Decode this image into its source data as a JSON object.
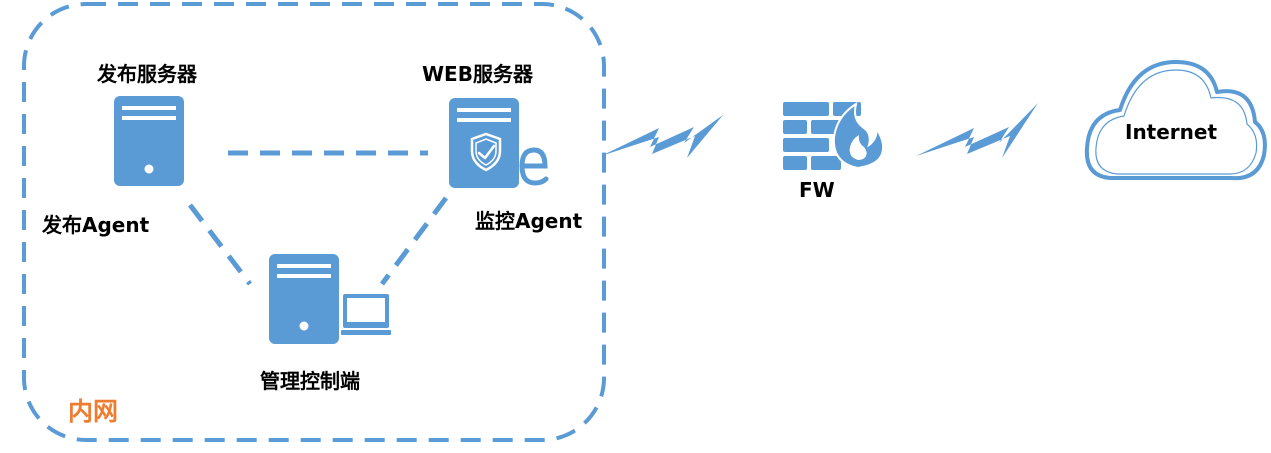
{
  "colors": {
    "device_blue": "#5b9bd5",
    "line_blue": "#5b9bd5",
    "zone_label_orange": "#ed7d31",
    "text": "#000000"
  },
  "zone": {
    "label": "内网"
  },
  "nodes": {
    "publish_server": {
      "label": "发布服务器",
      "icon": "server-icon"
    },
    "publish_agent": {
      "label": "发布Agent"
    },
    "web_server": {
      "label": "WEB服务器",
      "icon": "secure-web-server-icon"
    },
    "monitor_agent": {
      "label": "监控Agent"
    },
    "management_console": {
      "label": "管理控制端",
      "icon": "server-with-monitor-icon"
    },
    "firewall": {
      "label": "FW",
      "icon": "firewall-icon"
    },
    "internet": {
      "label": "Internet",
      "icon": "cloud-icon"
    }
  }
}
